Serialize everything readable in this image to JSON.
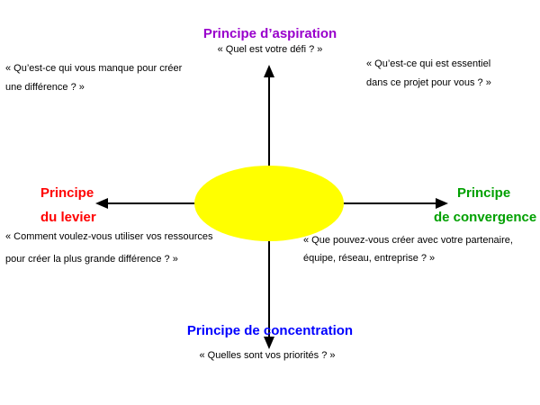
{
  "colors": {
    "aspiration": "#9900cc",
    "levier": "#ff0000",
    "convergence": "#00a000",
    "concentration": "#0000ff",
    "center": "#ffff00"
  },
  "top": {
    "title": "Principe d’aspiration",
    "question": "« Quel est votre défi ? »"
  },
  "top_left": {
    "line1": "« Qu’est-ce qui vous manque pour créer",
    "line2": "une différence ? »"
  },
  "top_right": {
    "line1": "« Qu’est-ce qui est essentiel",
    "line2": "dans ce projet pour vous ? »"
  },
  "left": {
    "title1": "Principe",
    "title2": "du levier",
    "line1": "« Comment voulez-vous utiliser vos ressources",
    "line2": "pour créer la plus grande différence ? »"
  },
  "right": {
    "title1": "Principe",
    "title2": "de convergence",
    "line1": "« Que pouvez-vous créer avec votre partenaire,",
    "line2": "équipe, réseau, entreprise ? »"
  },
  "bottom": {
    "title": "Principe de concentration",
    "question": "« Quelles sont vos priorités ? »"
  }
}
